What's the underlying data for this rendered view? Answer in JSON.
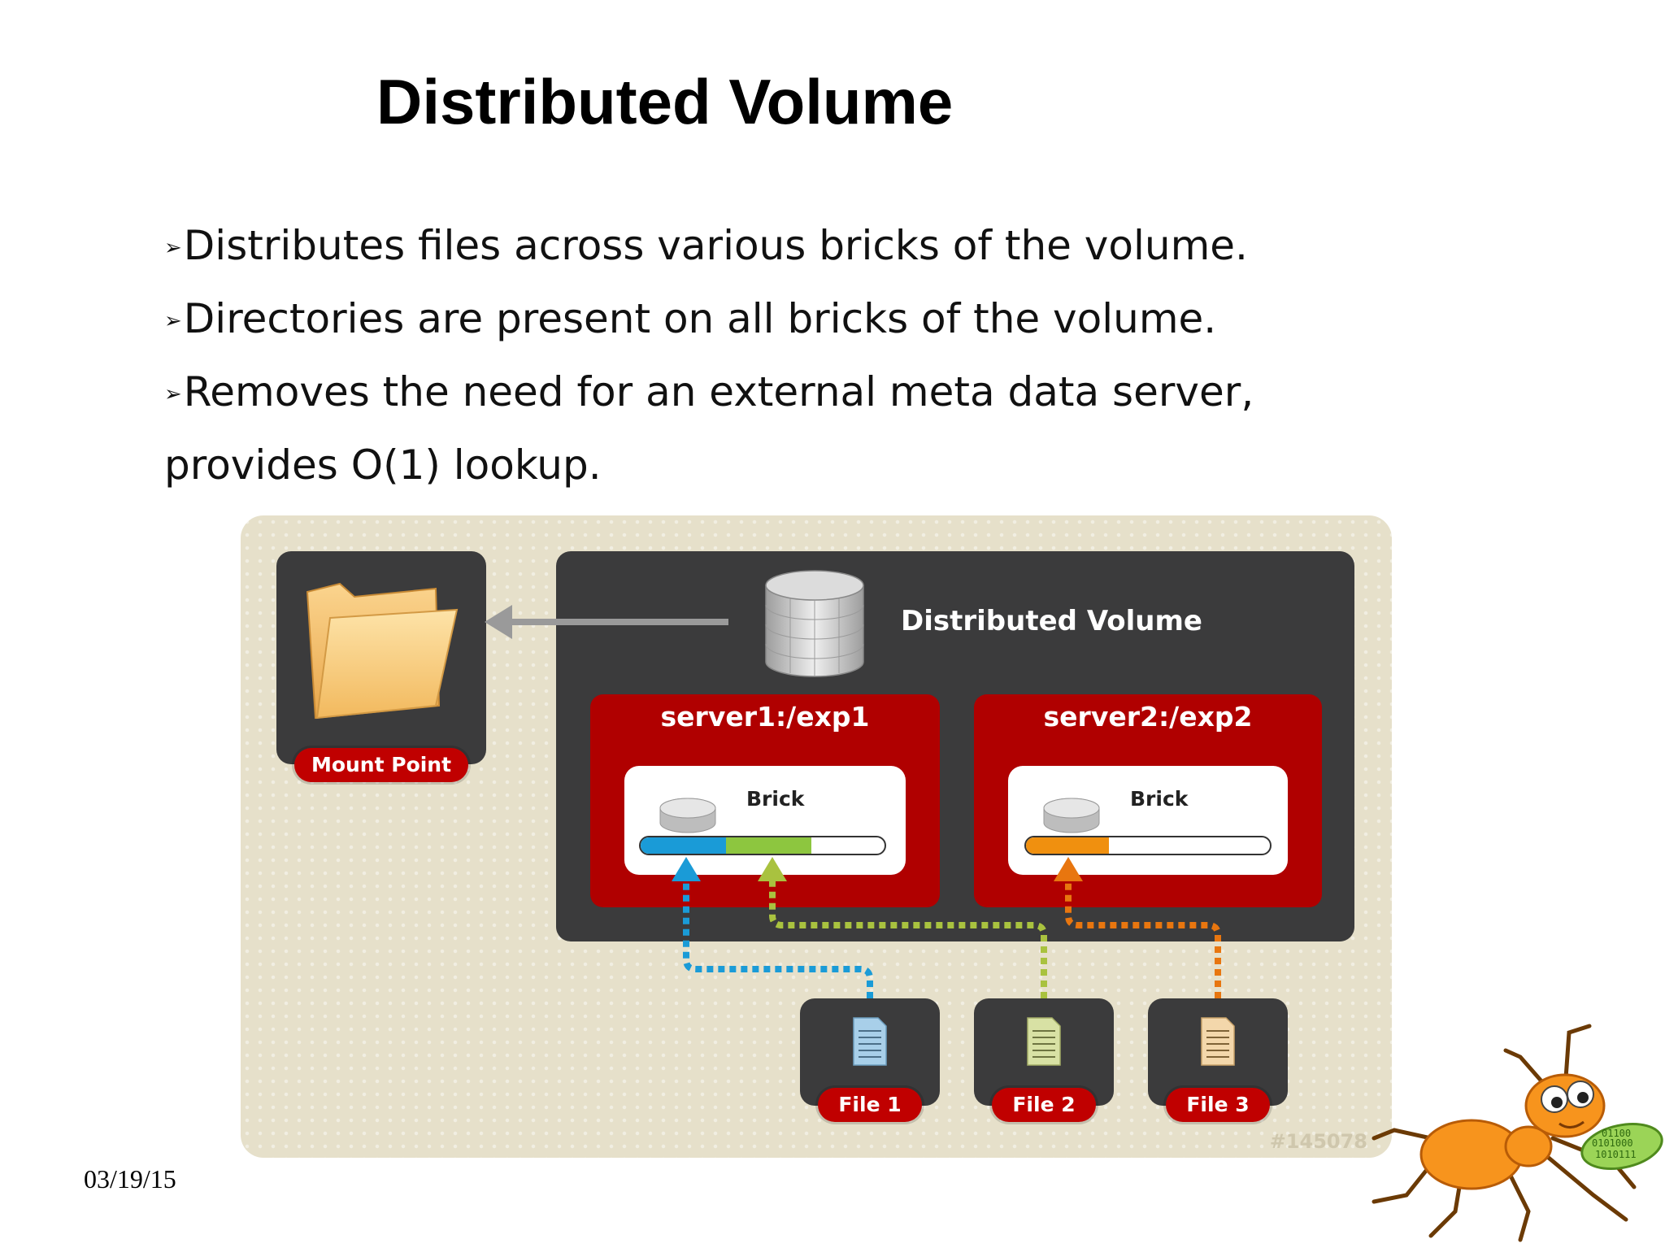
{
  "slide": {
    "title": "Distributed Volume",
    "bullets": [
      "Distributes files across various bricks of the volume.",
      "Directories are present on all bricks of the volume.",
      "Removes the need for an external meta data server,",
      "provides O(1) lookup."
    ],
    "bullet_marker": "➢",
    "date": "03/19/15"
  },
  "diagram": {
    "volume_label": "Distributed Volume",
    "mount_point_label": "Mount Point",
    "servers": [
      {
        "label": "server1:/exp1",
        "brick_label": "Brick",
        "usage": [
          {
            "color": "#1a9bd7",
            "fraction": 0.35
          },
          {
            "color": "#8dc63f",
            "fraction": 0.35
          }
        ]
      },
      {
        "label": "server2:/exp2",
        "brick_label": "Brick",
        "usage": [
          {
            "color": "#f0900f",
            "fraction": 0.34
          }
        ]
      }
    ],
    "files": [
      {
        "label": "File 1",
        "color": "#1a9bd7"
      },
      {
        "label": "File 2",
        "color": "#a9c23f"
      },
      {
        "label": "File 3",
        "color": "#e8760f"
      }
    ],
    "watermark": "#145078",
    "colors": {
      "background": "#e6e0ca",
      "dark_panel": "#3b3b3c",
      "server_red": "#b00000",
      "pill_red": "#c00000"
    }
  },
  "mascot": {
    "name": "gluster-ant-icon"
  }
}
